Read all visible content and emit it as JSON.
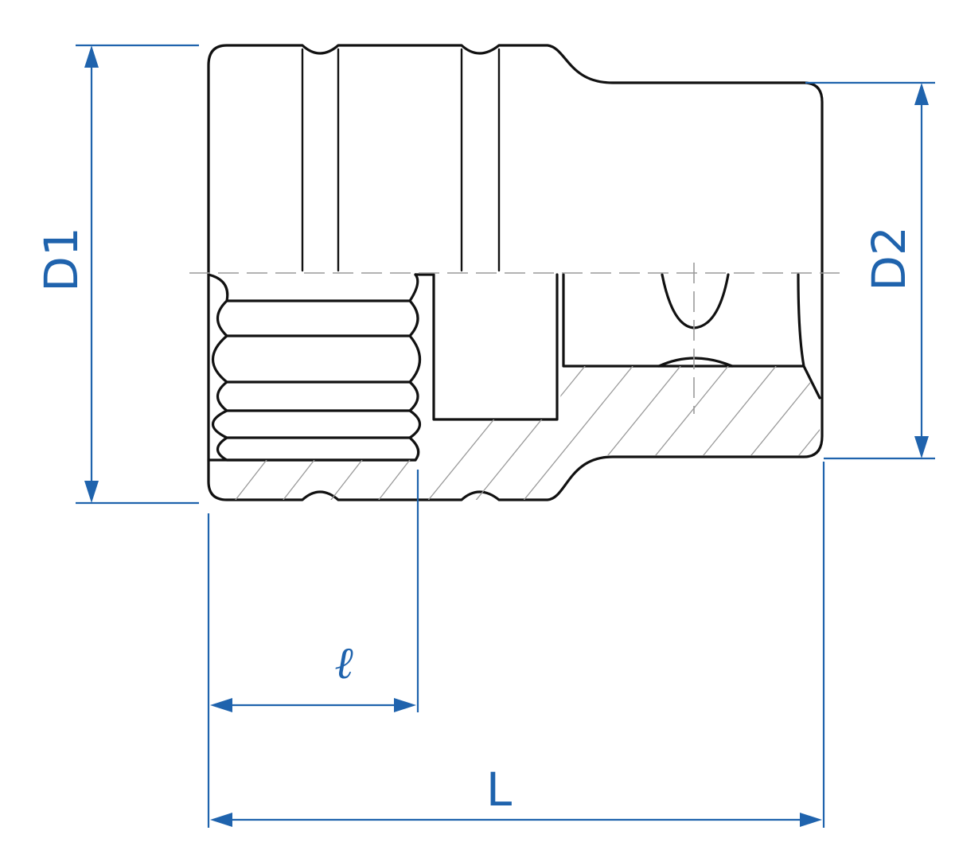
{
  "labels": {
    "d1": "D1",
    "d2": "D2",
    "l_small": "ℓ",
    "l_total": "L"
  },
  "colors": {
    "dimension": "#1f63ad",
    "outline": "#111111",
    "centerline": "#9a9a9a",
    "hatch": "#9a9a9a"
  }
}
